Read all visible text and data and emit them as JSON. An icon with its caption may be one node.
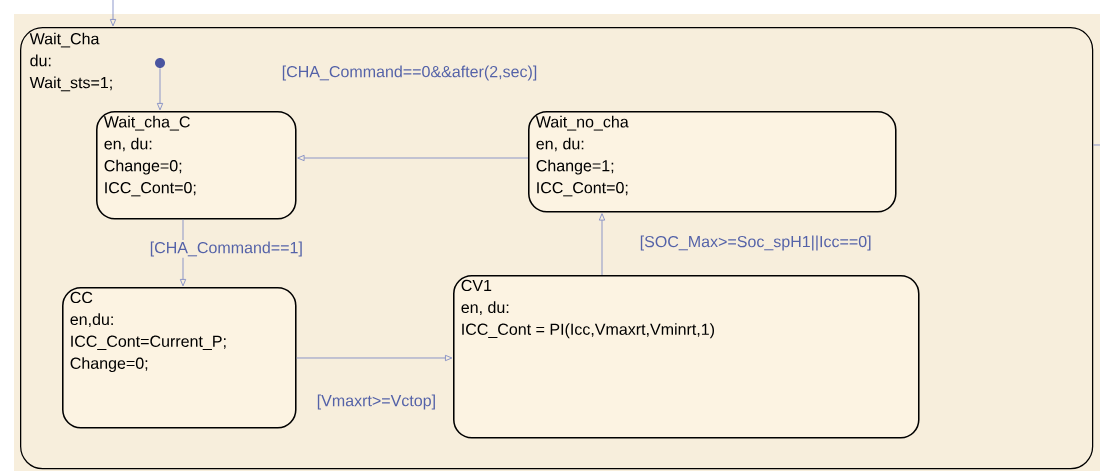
{
  "diagram": {
    "nodes": [
      {
        "text": [
          "Wait_Cha",
          "du:",
          "Wait_sts=1;"
        ]
      },
      {
        "text": [],
        "shape": "circle",
        "in": 0
      },
      {
        "text": [
          "Wait_cha_C",
          "en, du:",
          "Change=0;",
          "ICC_Cont=0;"
        ],
        "in": 0
      },
      {
        "text": [
          "Wait_no_cha",
          "en, du:",
          "Change=1;",
          "ICC_Cont=0;"
        ],
        "in": 0
      },
      {
        "text": [
          "CC",
          "en,du:",
          "ICC_Cont=Current_P;",
          "Change=0;"
        ],
        "in": 0
      },
      {
        "text": [
          "CV1",
          "en, du:",
          "ICC_Cont = PI(Icc,Vmaxrt,Vminrt,1)"
        ],
        "in": 0
      }
    ],
    "edges": [
      {
        "from": null,
        "to": 0,
        "arrow": "to"
      },
      {
        "from": 1,
        "to": 2,
        "arrow": "to"
      },
      {
        "from": 3,
        "to": 2,
        "arrow": "to",
        "label": "[CHA_Command==0&&after(2,sec)]"
      },
      {
        "from": 2,
        "to": 4,
        "arrow": "to",
        "label": "[CHA_Command==1]"
      },
      {
        "from": 4,
        "to": 5,
        "arrow": "to",
        "label": "[Vmaxrt>=Vctop]"
      },
      {
        "from": 5,
        "to": 3,
        "arrow": "to",
        "label": "[SOC_Max>=Soc_spH1||Icc==0]"
      },
      {
        "from": 0,
        "to": null,
        "arrow": "none"
      }
    ]
  }
}
